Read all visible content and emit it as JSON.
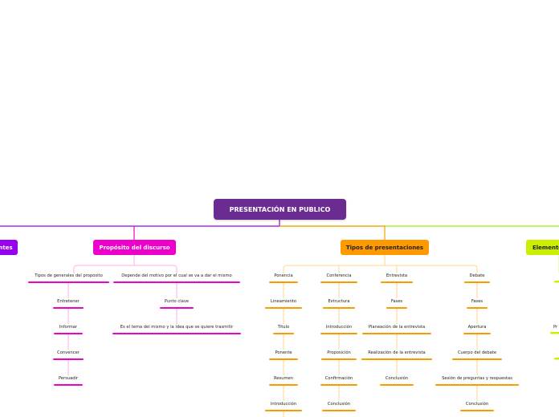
{
  "colors": {
    "root": "#6a2c91",
    "purple": "#9900ee",
    "pink": "#ee00cc",
    "orange": "#ff9900",
    "lime": "#ccee00"
  },
  "root": {
    "title": "PRESENTACIÓN EN PUBLICO"
  },
  "branches": {
    "left": "ntes",
    "proposito": "Propósito del discurso",
    "tipos": "Tipos de presentaciones",
    "right": "Elemento"
  },
  "proposito": {
    "col1": [
      "Tipos de generales del proposito",
      "Entretener",
      "Informar",
      "Convencer",
      "Persuadir"
    ],
    "col2": [
      "Depende del motivo por el cual se va a dar el mismo",
      "Punto clave",
      "Es el tema del mismo y la idea que se quiere trasmitir"
    ]
  },
  "tipos": {
    "ponencia": [
      "Ponencia",
      "Lineamiento",
      "Titulo",
      "Ponente",
      "Resumen",
      "Introducción"
    ],
    "conferencia": [
      "Conferencia",
      "Estructura",
      "Introducción",
      "Proposición",
      "Confirmación",
      "Conclusión"
    ],
    "entrevista": [
      "Entrevista",
      "Fases",
      "Planeación de la entrevista",
      "Realización de la entrevista",
      "Conclusión"
    ],
    "debate": [
      "Debate",
      "Fases",
      "Apertura",
      "Cuerpo del debate",
      "Sesión de preguntas y respuestas",
      "Conclusión"
    ]
  },
  "elementos": {
    "leaf2": "Pr"
  }
}
